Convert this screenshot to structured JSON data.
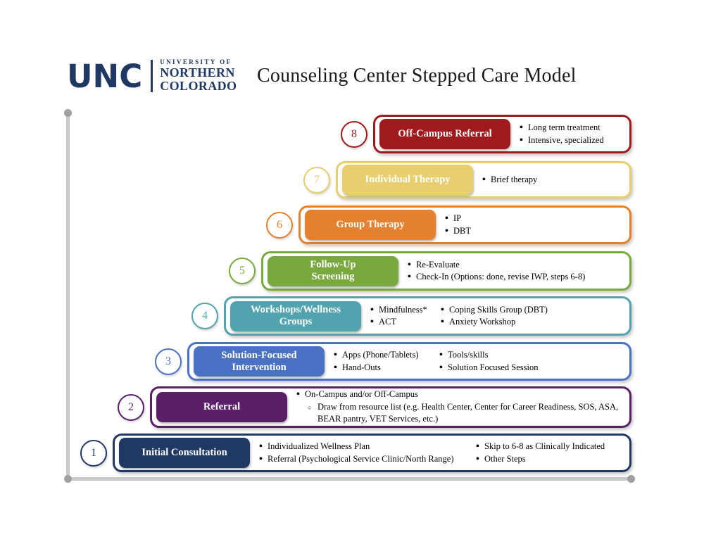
{
  "colors": {
    "navy": "#1f3864",
    "axis_line": "#c9c9c9",
    "axis_dot": "#9f9f9f",
    "title_text": "#1a1a1a"
  },
  "header": {
    "logo_acronym": "UNC",
    "logo_line1": "UNIVERSITY OF",
    "logo_line2": "NORTHERN",
    "logo_line3": "COLORADO",
    "title": "Counseling Center Stepped Care Model"
  },
  "steps": [
    {
      "number": "1",
      "label": "Initial Consultation",
      "color": "#1f3864",
      "col1": [
        "Individualized Wellness Plan",
        "Referral (Psychological Service Clinic/North Range)"
      ],
      "col2": [
        "Skip to 6-8 as Clinically Indicated",
        "Other Steps"
      ]
    },
    {
      "number": "2",
      "label": "Referral",
      "color": "#5b1f69",
      "col1": [
        "On-Campus and/or Off-Campus"
      ],
      "sub1": "Draw from resource list (e.g. Health Center, Center for Career Readiness, SOS, ASA, BEAR pantry, VET Services, etc.)"
    },
    {
      "number": "3",
      "label": "Solution-Focused\nIntervention",
      "color": "#4a72c4",
      "col1": [
        "Apps (Phone/Tablets)",
        "Hand-Outs"
      ],
      "col2": [
        "Tools/skills",
        "Solution Focused Session"
      ]
    },
    {
      "number": "4",
      "label": "Workshops/Wellness\nGroups",
      "color": "#52a3b0",
      "col1": [
        "Mindfulness*",
        "ACT"
      ],
      "col2": [
        "Coping Skills Group (DBT)",
        "Anxiety Workshop"
      ]
    },
    {
      "number": "5",
      "label": "Follow-Up\nScreening",
      "color": "#78a83e",
      "col1": [
        "Re-Evaluate",
        "Check-In (Options: done, revise IWP, steps 6-8)"
      ]
    },
    {
      "number": "6",
      "label": "Group Therapy",
      "color": "#e5802e",
      "col1": [
        "IP",
        "DBT"
      ]
    },
    {
      "number": "7",
      "label": "Individual Therapy",
      "color": "#e8ce6d",
      "col1": [
        "Brief therapy"
      ]
    },
    {
      "number": "8",
      "label": "Off-Campus Referral",
      "color": "#9e1a1c",
      "col1": [
        "Long term treatment",
        "Intensive, specialized"
      ]
    }
  ]
}
